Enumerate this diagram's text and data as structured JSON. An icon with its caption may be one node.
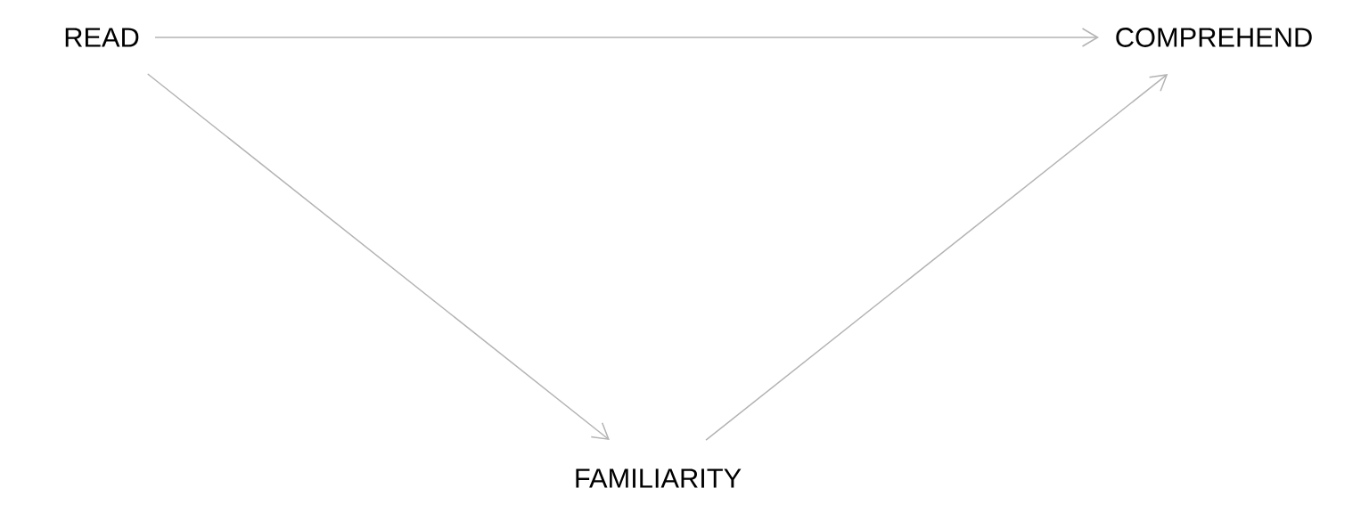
{
  "diagram": {
    "nodes": [
      {
        "text": [
          "READ"
        ]
      },
      {
        "text": [
          "COMPREHEND"
        ]
      },
      {
        "text": [
          "FAMILIARITY"
        ]
      }
    ],
    "edges": [
      {
        "from": 0,
        "to": 1,
        "arrow": "to"
      },
      {
        "from": 0,
        "to": 2,
        "arrow": "to"
      },
      {
        "from": 2,
        "to": 1,
        "arrow": "to"
      }
    ]
  }
}
